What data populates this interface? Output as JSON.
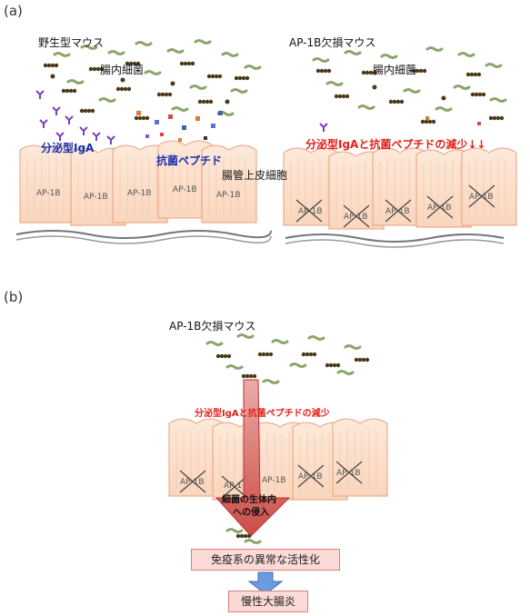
{
  "panel_a": {
    "label": "(a)",
    "wild": {
      "title": "野生型マウス",
      "bacteria_label": "腸内細菌",
      "iga_label": "分泌型IgA",
      "peptide_label": "抗菌ペプチド",
      "epithelium_label": "腸管上皮細胞",
      "cell_label": "AP-1B"
    },
    "ko": {
      "title": "AP-1B欠損マウス",
      "bacteria_label": "腸内細菌",
      "reduction_label": "分泌型IgAと抗菌ペプチドの減少↓↓",
      "cell_label": "AP-1B"
    }
  },
  "panel_b": {
    "label": "(b)",
    "title": "AP-1B欠損マウス",
    "reduction_label": "分泌型IgAと抗菌ペプチドの減少",
    "invasion_label_1": "細菌の生体内",
    "invasion_label_2": "への侵入",
    "cell_label": "AP-1B",
    "cell_label_partial": "AP-1",
    "box1": "免疫系の異常な活性化",
    "box2": "慢性大腸炎"
  },
  "colors": {
    "cell_fill": "#fde6d4",
    "cell_stroke": "#e7a07a",
    "arrow_red": "#d9534f",
    "box_fill": "#fbd9d6",
    "bacteria_green": "#8aa56a",
    "bacteria_brown": "#4a3a1a",
    "iga_purple": "#7a3fbf",
    "down_arrow_blue": "#5b8fd6"
  }
}
